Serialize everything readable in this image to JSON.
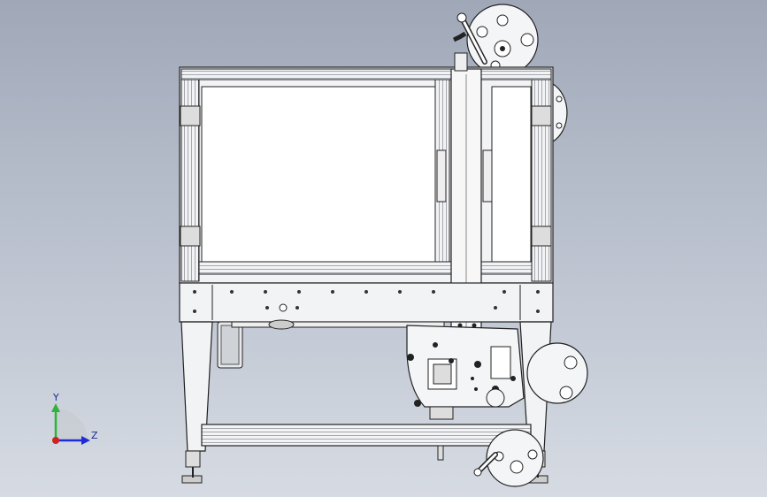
{
  "view": {
    "type": "3d-cad-viewport",
    "model": "machine-front-view",
    "background_top": "#a0a8b8",
    "background_bottom": "#d6dbe3"
  },
  "triad": {
    "y_label": "Y",
    "z_label": "Z",
    "y_color": "#2fb33a",
    "z_color": "#1e2bd6",
    "x_color": "#d12020"
  }
}
